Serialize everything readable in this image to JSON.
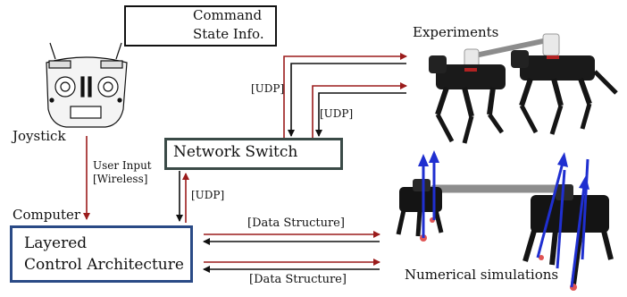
{
  "legend": {
    "command_label": "Command",
    "state_label": "State Info.",
    "command_color": "#9b1c1c",
    "state_color": "#111111"
  },
  "joystick": {
    "label": "Joystick",
    "icon": "rc-transmitter-icon"
  },
  "user_input": {
    "line1": "User Input",
    "line2": "[Wireless]"
  },
  "network_switch": {
    "label": "Network Switch",
    "icon": "network-switch-icon"
  },
  "udp_top_left": "[UDP]",
  "udp_top_right": "[UDP]",
  "udp_middle": "[UDP]",
  "computer": {
    "label": "Computer"
  },
  "layered_control": {
    "line1": "Layered",
    "line2": "Control Architecture",
    "icon": "control-block-icon"
  },
  "data_structure_top": "[Data Structure]",
  "data_structure_bottom": "[Data Structure]",
  "experiments": {
    "label": "Experiments",
    "image": "two-quadruped-robots-carrying-rod-photo"
  },
  "simulations": {
    "label": "Numerical simulations",
    "image": "two-simulated-quadruped-robots-with-force-vectors"
  }
}
